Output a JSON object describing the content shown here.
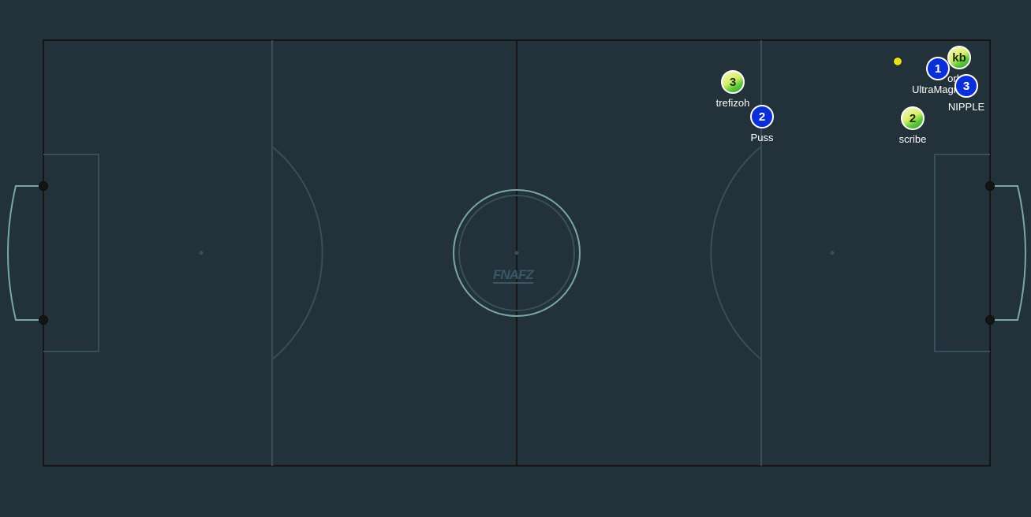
{
  "logo_text": "FNAFZ",
  "colors": {
    "background": "#23313a",
    "field_lines": "#141414",
    "area_lines": "#35505c",
    "goal_lines": "#78a8a3",
    "team_blue": "#0b2fd6",
    "team_green": "#4fc334",
    "ball": "#e6e21a"
  },
  "players": [
    {
      "team": "green",
      "label": "3",
      "nickname": "trefizoh"
    },
    {
      "team": "blue",
      "label": "2",
      "nickname": "Puss"
    },
    {
      "team": "green",
      "label": "kb",
      "nickname": ""
    },
    {
      "team": "blue",
      "label": "1",
      "nickname": "UltraMagn"
    },
    {
      "team": "blue",
      "label": "3",
      "nickname": "NIPPLE"
    },
    {
      "team": "green",
      "label": "2",
      "nickname": "scribe"
    }
  ],
  "partial_text": "orb  b"
}
